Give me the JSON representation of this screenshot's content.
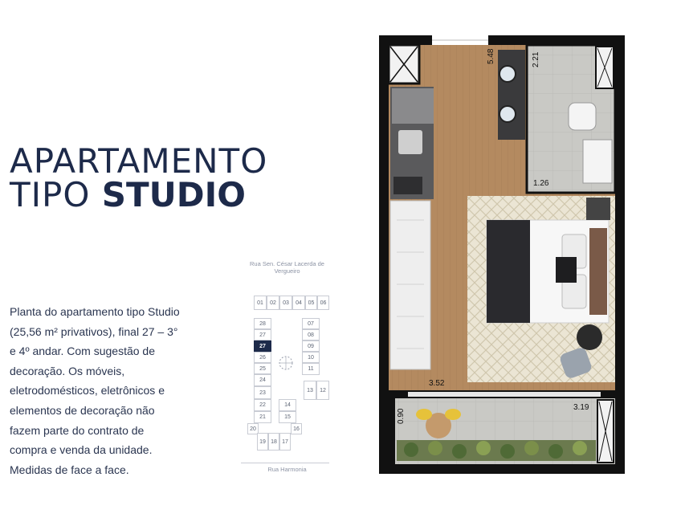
{
  "heading": {
    "line1": "APARTAMENTO",
    "line2_light": "TIPO ",
    "line2_bold": "STUDIO"
  },
  "description": "Planta do apartamento tipo Studio (25,56 m² privativos), final 27 – 3° e 4º andar. Com sugestão de decoração. Os móveis, eletrodomésticos, eletrônicos e elementos de decoração não fazem parte do contrato de compra e venda da unidade. Medidas de face a face.",
  "key_plan": {
    "street_top": "Rua Sen. César Lacerda de Vergueiro",
    "street_bottom": "Rua Harmonia",
    "active_unit": "27",
    "units": {
      "u01": "01",
      "u02": "02",
      "u03": "03",
      "u04": "04",
      "u05": "05",
      "u06": "06",
      "u07": "07",
      "u08": "08",
      "u09": "09",
      "u10": "10",
      "u11": "11",
      "u12": "12",
      "u13": "13",
      "u14": "14",
      "u15": "15",
      "u16": "16",
      "u17": "17",
      "u18": "18",
      "u19": "19",
      "u20": "20",
      "u21": "21",
      "u22": "22",
      "u23": "23",
      "u24": "24",
      "u25": "25",
      "u26": "26",
      "u27": "27",
      "u28": "28"
    }
  },
  "floor_plan": {
    "dimensions": {
      "d548": "5.48",
      "d221": "2.21",
      "d126": "1.26",
      "d352": "3.52",
      "d090": "0.90",
      "d319": "3.19"
    },
    "colors": {
      "wall": "#111111",
      "floor_wood": "#b48a60",
      "floor_tile": "#c8c8c4",
      "rug": "#e8e2d0",
      "bed_dark": "#2a2a2e",
      "accent": "#1d2a4a"
    }
  }
}
